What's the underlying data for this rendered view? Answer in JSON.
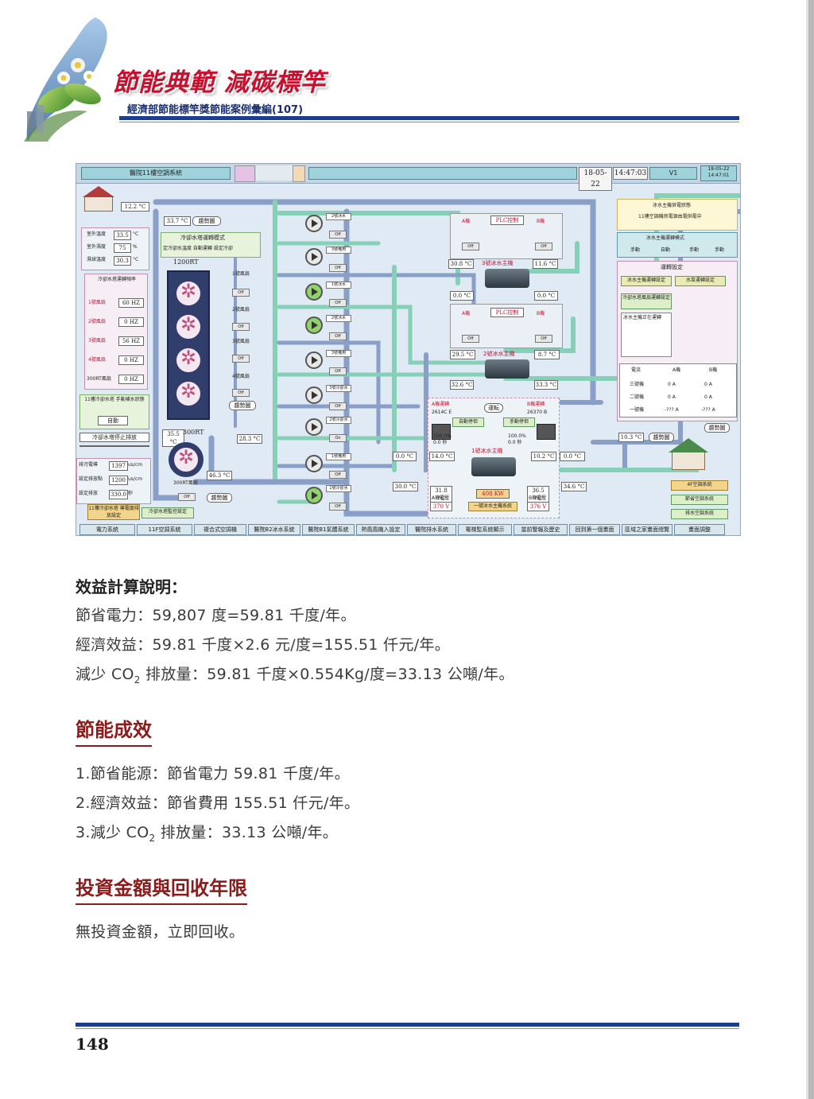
{
  "header": {
    "title": "節能典範 減碳標竿",
    "subtitle": "經濟部節能標竿獎節能案例彙編(107)"
  },
  "screenshot": {
    "title": "醫院11樓空調系統",
    "date": "18-05-22",
    "time": "14:47:03",
    "version": "V1",
    "corner_time": "18-05-22 14:47:01",
    "left": {
      "temp_top": "12.2 °C",
      "outdoor_temp": {
        "label": "室外溫度",
        "value": "33.5",
        "unit": "°C"
      },
      "outdoor_hum": {
        "label": "室外濕度",
        "value": "75",
        "unit": "%"
      },
      "wet_bulb": {
        "label": "濕球溫度",
        "value": "30.3",
        "unit": "°C"
      },
      "fan_header": "冷卻水塔運轉頻率",
      "fans": [
        {
          "label": "1號風扇",
          "value": "60 HZ"
        },
        {
          "label": "2號風扇",
          "value": "0 HZ"
        },
        {
          "label": "3號風扇",
          "value": "56 HZ"
        },
        {
          "label": "4號風扇",
          "value": "0 HZ"
        },
        {
          "label": "300RT風扇",
          "value": "0 HZ"
        }
      ],
      "makeup_title": "11樓冷卻水塔 手動補水狀態",
      "makeup_btn": "自動",
      "stop_label": "冷卻水塔停止排放",
      "conductivity": [
        {
          "label": "排污電導",
          "value": "1397",
          "unit": "us/cm"
        },
        {
          "label": "設定排放點",
          "value": "1200",
          "unit": "us/cm"
        },
        {
          "label": "設定排放",
          "value": "330.0",
          "unit": "秒"
        }
      ],
      "green_btn1": "11樓冷卻水塔 導電度排放設定",
      "green_btn2": "冷卻水塔監控設定"
    },
    "tower": {
      "temp1": "33.7 °C",
      "trend_btn": "趨勢圖",
      "mode_title": "冷卻水塔運轉模式",
      "mode_desc": "定冷卻水溫度 自動運轉   設定冷卻",
      "capacity": "1200RT",
      "fan_labels": [
        "1號風扇",
        "2號風扇",
        "3號風扇",
        "4號風扇"
      ],
      "off": "Off",
      "trend_btn2": "趨勢圖",
      "small_temp": "35.5 °C",
      "small_capacity": "300RT",
      "temp_out": "28.3 °C",
      "small_fan_label": "300RT風扇",
      "temp_46": "46.3 °C",
      "trend_btn3": "趨勢圖"
    },
    "pumps": [
      {
        "label": "2號冰水",
        "state": "Off",
        "on": false
      },
      {
        "label": "3號備用",
        "state": "Off",
        "on": false
      },
      {
        "label": "1號冰水",
        "state": "Off",
        "on": true
      },
      {
        "label": "2號冰水",
        "state": "Off",
        "on": true
      },
      {
        "label": "3號備用",
        "state": "Off",
        "on": false
      },
      {
        "label": "3號冷卻水",
        "state": "Off",
        "on": false
      },
      {
        "label": "2號冷卻水",
        "state": "On",
        "on": false
      },
      {
        "label": "1號備用",
        "state": "Off",
        "on": false
      },
      {
        "label": "1號冷卻水",
        "state": "Off",
        "on": true
      }
    ],
    "chillers": {
      "c3": {
        "a": "A機",
        "plc": "PLC控制",
        "b": "B機",
        "off": "Off",
        "temp_in": "30.8 °C",
        "name": "3號冰水主機",
        "temp_out": "11.6 °C",
        "t_left": "0.0 °C",
        "t_right": "0.0 °C"
      },
      "c2": {
        "a": "A機",
        "plc": "PLC控制",
        "b": "B機",
        "off": "Off",
        "temp_in": "29.5 °C",
        "name": "2號冰水主機",
        "temp_out": "8.7 °C",
        "t_left": "32.6 °C",
        "t_right": "33.3 °C"
      },
      "c1": {
        "a_label": "A機運轉",
        "a_val": "2614C E",
        "mid": "運転",
        "b_label": "B機運轉",
        "b_val": "26370 B",
        "auto_sel": "自動停但",
        "manual_sel": "手動停但",
        "pct_a": "100.0%",
        "pct_b": "100.0%",
        "sec_a": "0.0 秒",
        "sec_b": "0.0 秒",
        "name": "1號冰水主機",
        "t_14": "14.0 °C",
        "t_102": "10.2 °C",
        "t_318": "31.8 °C",
        "t_365": "36.5 °C",
        "a_amp": "370 V",
        "kw": "408 KW",
        "b_amp": "376 V",
        "btn": "一號冰水主機系統",
        "a_amp_label": "A機電壓",
        "b_amp_label": "B機電壓"
      },
      "t_00": "0.0 °C",
      "t_300": "30.0 °C",
      "t_346": "34.6 °C",
      "t_00b": "0.0 °C"
    },
    "right": {
      "status_title": "冰水主機供電狀態",
      "status_desc": "11樓空調機房電源由電供電中",
      "mode_title": "冰水主機運轉模式",
      "mode_opts": [
        "手動",
        "自動",
        "手動",
        "手動"
      ],
      "setting_title": "運轉設定",
      "btn1": "冰水主機運轉設定",
      "btn2": "水泵運轉設定",
      "btn3": "冷卻水塔風扇運轉設定",
      "list_title": "冰水主機正在運轉",
      "table_head": [
        "電流",
        "A機",
        "B機"
      ],
      "table_rows": [
        [
          "三號機",
          "0 A",
          "0 A"
        ],
        [
          "二號機",
          "0 A",
          "0 A"
        ],
        [
          "一號機",
          "-??? A",
          "-??? A"
        ]
      ],
      "temp_103": "10.3 °C",
      "trend1": "趨勢圖",
      "trend2": "趨勢圖",
      "sys_btns": [
        "4F空調系統",
        "節省空調系統",
        "排水空調系統",
        "畫面調整"
      ]
    },
    "bottom_tabs": [
      "電力系統",
      "11F空調系統",
      "複合式空調機",
      "醫院B2冰水系統",
      "醫院B1氣體系統",
      "熱風風機入設定",
      "醫院排水系統",
      "電梯監系統顯示",
      "當前警報及歷史",
      "回到第一個畫面",
      "區域之家畫面總覽"
    ]
  },
  "body": {
    "calc_heading": "效益計算說明：",
    "calc_lines": [
      "節省電力：59,807 度=59.81 千度/年。",
      "經濟效益：59.81 千度×2.6 元/度=155.51 仟元/年。"
    ],
    "co2_line_pre": "減少 CO",
    "co2_line_sub": "2",
    "co2_line_post": " 排放量：59.81 千度×0.554Kg/度=33.13 公噸/年。",
    "section1": "節能成效",
    "results": [
      "1.節省能源：節省電力 59.81 千度/年。",
      "2.經濟效益：節省費用 155.51 仟元/年。"
    ],
    "result3_pre": "3.減少 CO",
    "result3_sub": "2",
    "result3_post": " 排放量：33.13 公噸/年。",
    "section2": "投資金額與回收年限",
    "invest": "無投資金額，立即回收。"
  },
  "footer": {
    "page_number": "148"
  }
}
